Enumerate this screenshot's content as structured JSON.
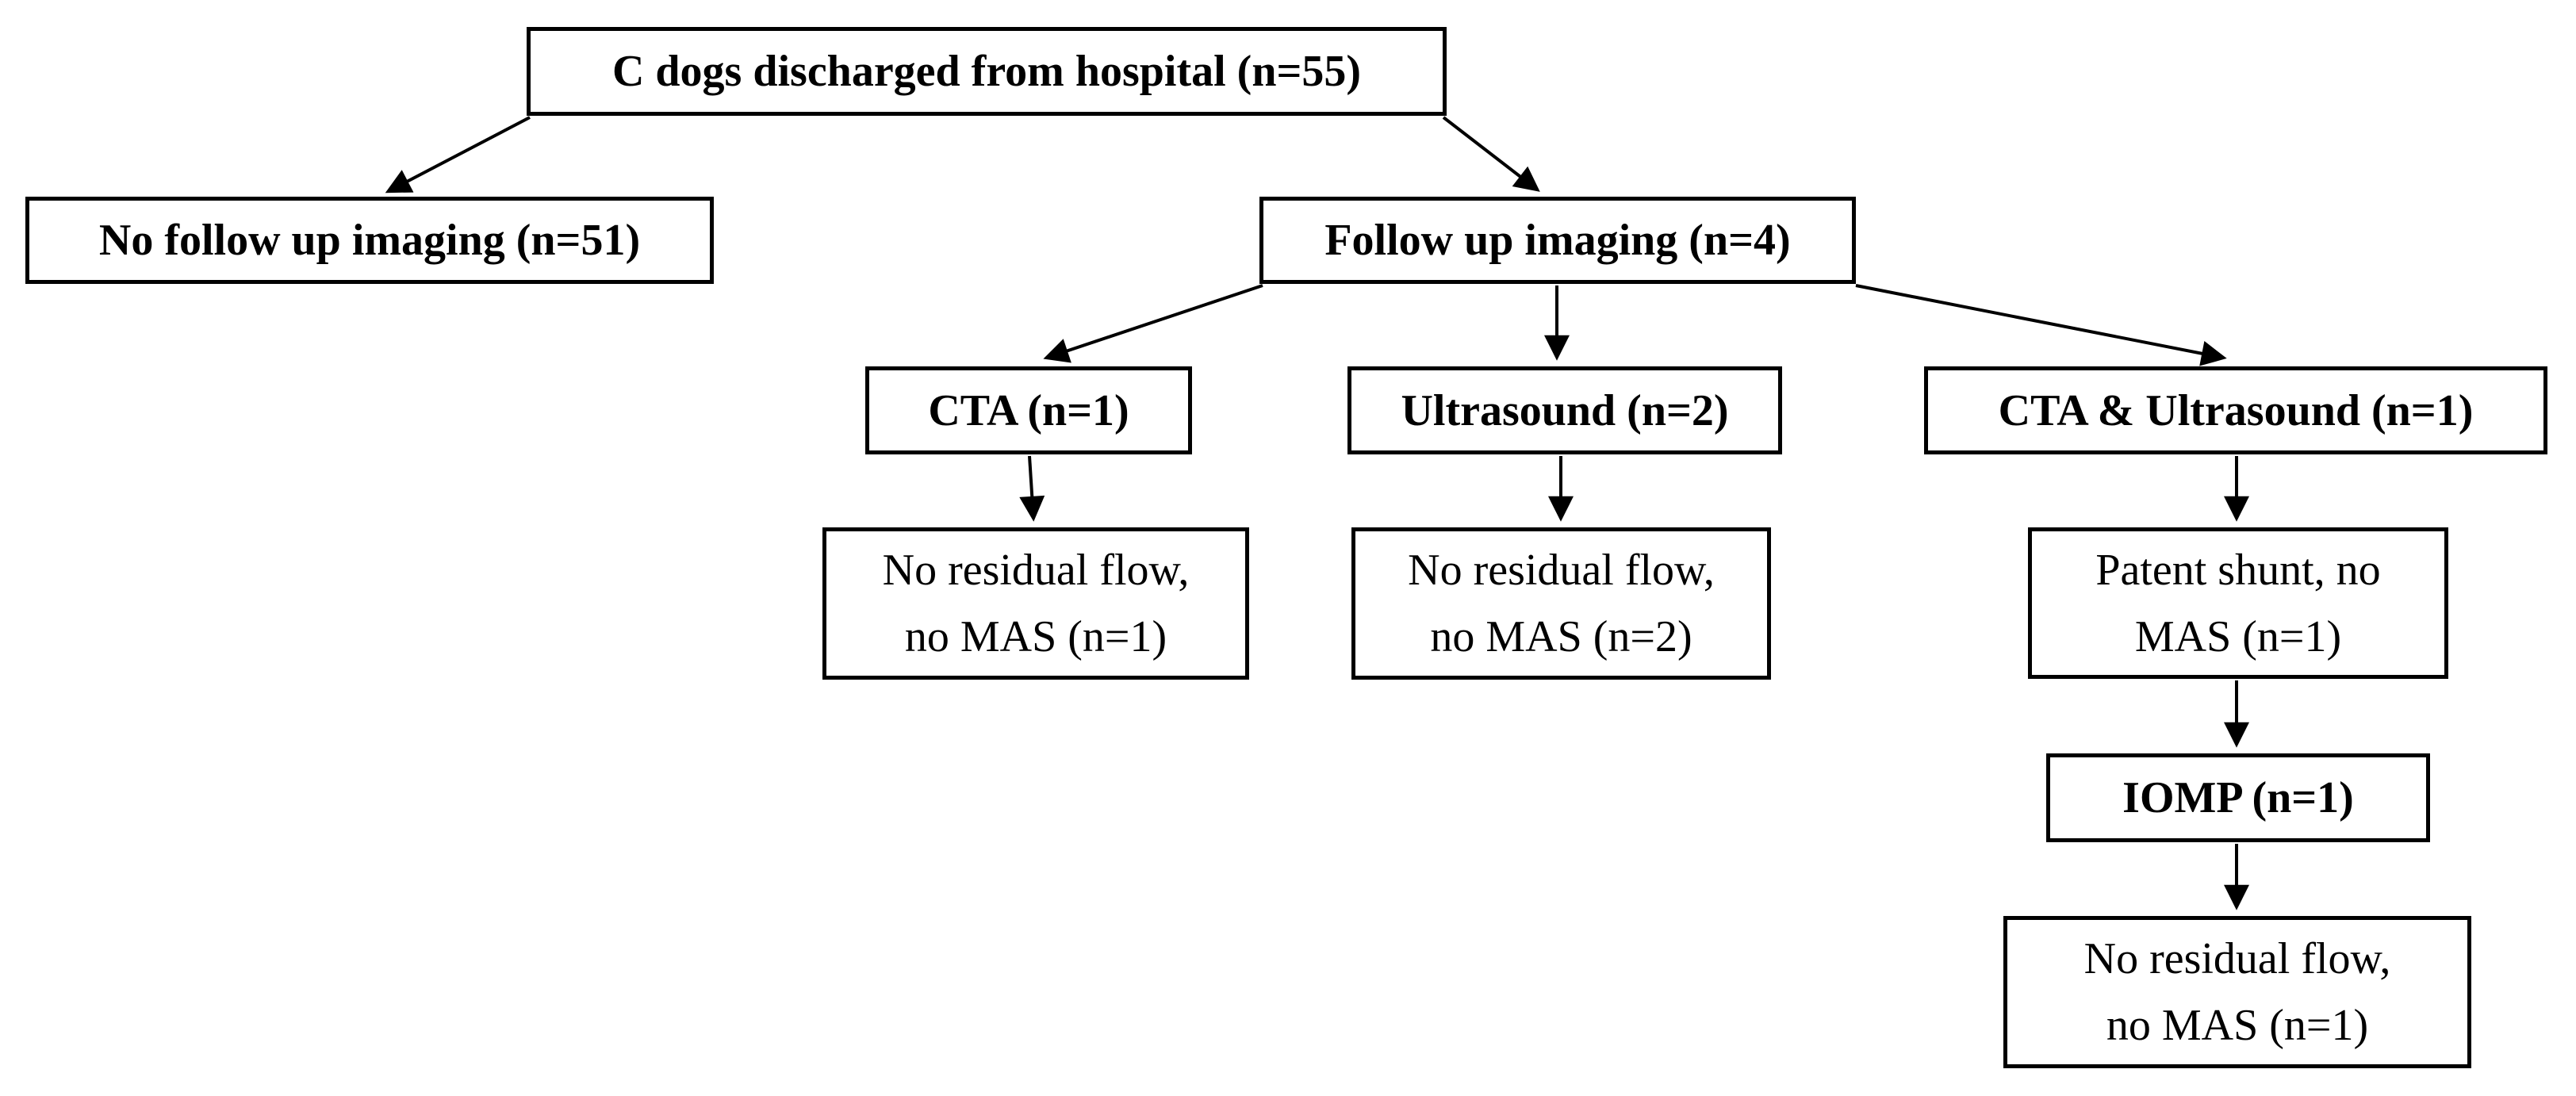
{
  "figure": {
    "type": "flowchart",
    "background_color": "#ffffff",
    "box_fill": "#ffffff",
    "box_border_color": "#000000",
    "arrow_color": "#000000",
    "text_color": "#000000"
  },
  "nodes": {
    "root": {
      "label": "C dogs discharged from hospital (n=55)",
      "emphasis": "bold",
      "n": 55
    },
    "no_followup": {
      "label": "No follow up imaging (n=51)",
      "emphasis": "bold",
      "n": 51
    },
    "followup": {
      "label": "Follow up imaging (n=4)",
      "emphasis": "bold",
      "n": 4
    },
    "cta": {
      "label": "CTA (n=1)",
      "emphasis": "bold",
      "n": 1
    },
    "ultrasound": {
      "label": "Ultrasound (n=2)",
      "emphasis": "bold",
      "n": 2
    },
    "cta_ultrasound": {
      "label": "CTA & Ultrasound (n=1)",
      "emphasis": "bold",
      "n": 1
    },
    "cta_outcome": {
      "line1": "No residual flow,",
      "line2": "no MAS (n=1)",
      "emphasis": "normal",
      "n": 1
    },
    "ultrasound_outcome": {
      "line1": "No residual flow,",
      "line2": "no MAS (n=2)",
      "emphasis": "normal",
      "n": 2
    },
    "cta_ultrasound_outcome": {
      "line1": "Patent shunt, no",
      "line2": "MAS (n=1)",
      "emphasis": "normal",
      "n": 1
    },
    "iomp": {
      "label": "IOMP (n=1)",
      "emphasis": "bold",
      "n": 1
    },
    "iomp_outcome": {
      "line1": "No residual flow,",
      "line2": "no MAS (n=1)",
      "emphasis": "normal",
      "n": 1
    }
  },
  "edges": [
    {
      "from": "root",
      "to": "no_followup"
    },
    {
      "from": "root",
      "to": "followup"
    },
    {
      "from": "followup",
      "to": "cta"
    },
    {
      "from": "followup",
      "to": "ultrasound"
    },
    {
      "from": "followup",
      "to": "cta_ultrasound"
    },
    {
      "from": "cta",
      "to": "cta_outcome"
    },
    {
      "from": "ultrasound",
      "to": "ultrasound_outcome"
    },
    {
      "from": "cta_ultrasound",
      "to": "cta_ultrasound_outcome"
    },
    {
      "from": "cta_ultrasound_outcome",
      "to": "iomp"
    },
    {
      "from": "iomp",
      "to": "iomp_outcome"
    }
  ]
}
